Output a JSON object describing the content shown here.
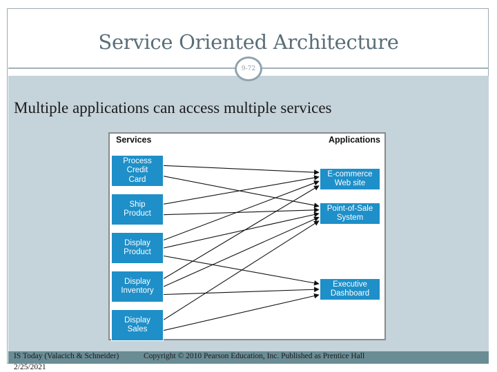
{
  "slide": {
    "title": "Service Oriented Architecture",
    "slide_number": "9-72",
    "subtitle": "Multiple applications can access multiple services"
  },
  "diagram": {
    "services_heading": "Services",
    "applications_heading": "Applications",
    "box_color": "#1e8fc8",
    "services": [
      "Process\nCredit\nCard",
      "Ship\nProduct",
      "Display\nProduct",
      "Display\nInventory",
      "Display\nSales"
    ],
    "applications": [
      "E-commerce\nWeb site",
      "Point-of-Sale\nSystem",
      "Executive\nDashboard"
    ],
    "connections": [
      {
        "service": 0,
        "application": 0
      },
      {
        "service": 0,
        "application": 1
      },
      {
        "service": 1,
        "application": 0
      },
      {
        "service": 1,
        "application": 1
      },
      {
        "service": 2,
        "application": 0
      },
      {
        "service": 2,
        "application": 1
      },
      {
        "service": 2,
        "application": 2
      },
      {
        "service": 3,
        "application": 0
      },
      {
        "service": 3,
        "application": 1
      },
      {
        "service": 3,
        "application": 2
      },
      {
        "service": 4,
        "application": 1
      },
      {
        "service": 4,
        "application": 2
      }
    ]
  },
  "footer": {
    "source": "IS Today (Valacich & Schneider)",
    "date": "2/25/2021",
    "copyright": "Copyright © 2010 Pearson Education, Inc. Published as Prentice Hall"
  }
}
